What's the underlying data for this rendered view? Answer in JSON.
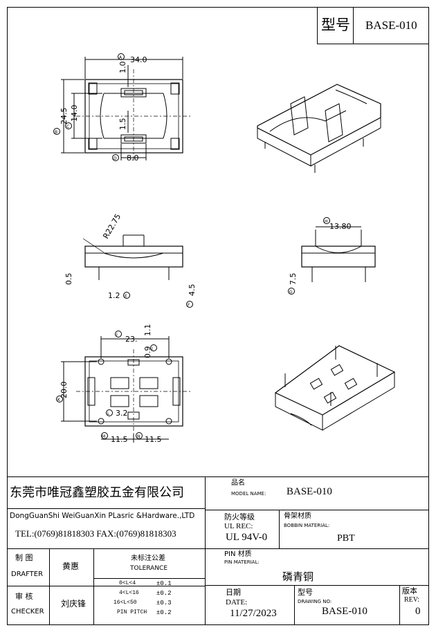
{
  "header": {
    "model_label": "型号",
    "model_value": "BASE-010"
  },
  "drawing": {
    "top_view": {
      "width": "34.0",
      "height_outer": "24.5",
      "height_inner": "14.0",
      "gap_top": "1.0",
      "gap_mid": "1.5",
      "slot_width": "8.0",
      "callouts": [
        "A",
        "B",
        "C",
        "D"
      ]
    },
    "side_view": {
      "radius": "R22.75",
      "base_offset": "0.5",
      "pin_offset": "1.2",
      "pin_length": "4.5",
      "callouts": [
        "E",
        "F"
      ]
    },
    "end_view": {
      "width": "13.80",
      "pin_length": "7.5",
      "callouts": [
        "H",
        "G"
      ]
    },
    "bottom_view": {
      "pin_span": "23.",
      "pin_pitch_small": "1.1",
      "pin_offset_small": "0.9",
      "height": "20.0",
      "slot": "3.2",
      "left_half": "11.5",
      "right_half": "11.5",
      "callouts": [
        "I",
        "J",
        "K",
        "L",
        "M",
        "N"
      ]
    }
  },
  "title_block": {
    "company_cn": "东莞市唯冠鑫塑胶五金有限公司",
    "company_en": "DongGuanShi WeiGuanXin PLasric &Hardware.,LTD",
    "contact": "TEL:(0769)81818303   FAX:(0769)81818303",
    "model_name_cn": "品名",
    "model_name_en": "MODEL NAME:",
    "model_name_value": "BASE-010",
    "fire_rating_cn": "防火等级",
    "fire_rating_en": "UL REC:",
    "fire_rating_value": "UL 94V-0",
    "bobbin_material_cn": "骨架材质",
    "bobbin_material_en": "BOBBIN MATERIAL:",
    "bobbin_material_value": "PBT",
    "drafter_cn": "制  图",
    "drafter_en": "DRAFTER",
    "drafter_name": "黄惠",
    "tolerance_cn": "未标注公差",
    "tolerance_en": "TOLERANCE",
    "tolerances": [
      {
        "range": "0<L<4",
        "value": "±0.1"
      },
      {
        "range": "4<L<16",
        "value": "±0.2"
      },
      {
        "range": "16<L<50",
        "value": "±0.3"
      },
      {
        "range": "PIN PITCH",
        "value": "±0.2"
      }
    ],
    "pin_material_cn": "PIN 材质",
    "pin_material_en": "PIN MATERIAL:",
    "pin_material_value": "磷青铜",
    "checker_cn": "审  核",
    "checker_en": "CHECKER",
    "checker_name": "刘庆锋",
    "date_cn": "日期",
    "date_en": "DATE:",
    "date_value": "11/27/2023",
    "drawing_no_cn": "型号",
    "drawing_no_en": "DRAWING NO:",
    "drawing_no_value": "BASE-010",
    "rev_cn": "版本",
    "rev_en": "REV:",
    "rev_value": "0"
  }
}
